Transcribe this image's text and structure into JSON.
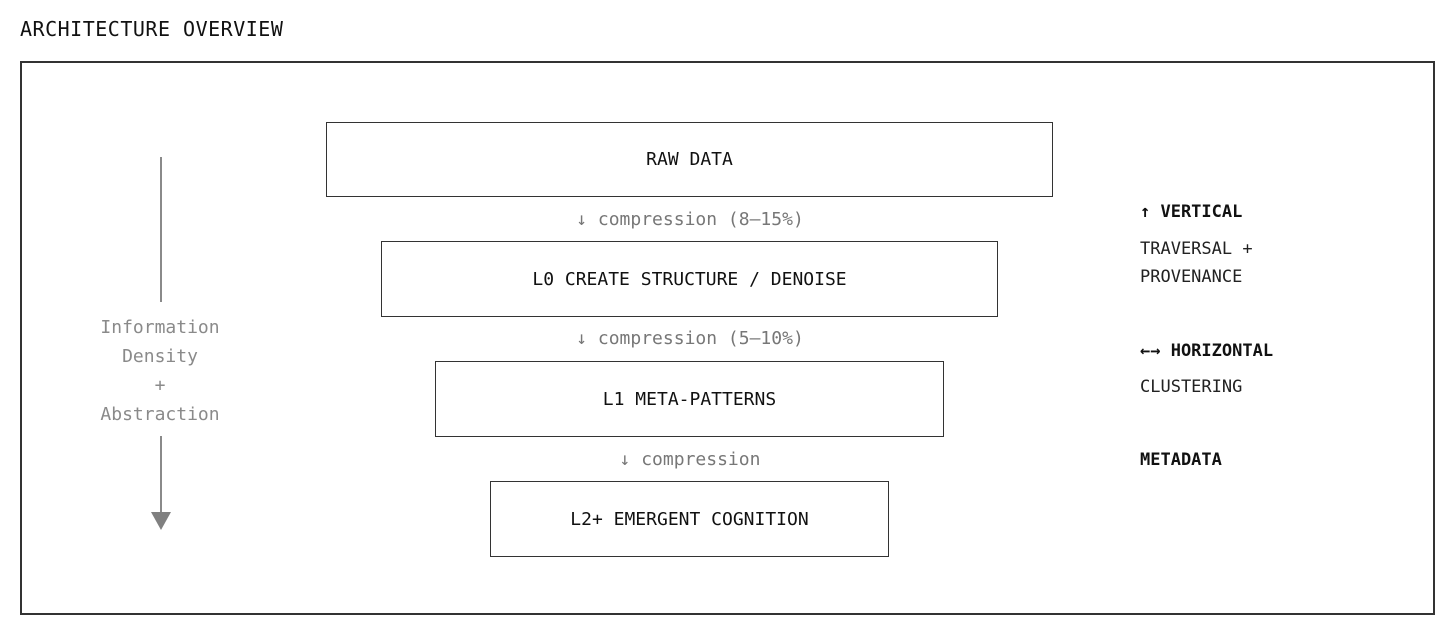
{
  "page_title": "ARCHITECTURE OVERVIEW",
  "axis": {
    "label_lines": [
      "Information",
      "Density",
      "+",
      "Abstraction"
    ]
  },
  "layers": [
    {
      "label": "RAW DATA"
    },
    {
      "label": "L0 CREATE STRUCTURE / DENOISE"
    },
    {
      "label": "L1 META-PATTERNS"
    },
    {
      "label": "L2+ EMERGENT COGNITION"
    }
  ],
  "compression_labels": [
    "↓ compression (8–15%)",
    "↓ compression (5–10%)",
    "↓ compression"
  ],
  "side_notes": {
    "vertical": {
      "heading": "↑ VERTICAL",
      "lines": [
        "TRAVERSAL +",
        "PROVENANCE"
      ]
    },
    "horizontal": {
      "heading": "←→ HORIZONTAL",
      "lines": [
        "CLUSTERING"
      ]
    },
    "metadata": {
      "heading": "METADATA"
    }
  },
  "colors": {
    "border": "#333333",
    "muted_text": "#777777",
    "axis": "#8a8a8a"
  }
}
